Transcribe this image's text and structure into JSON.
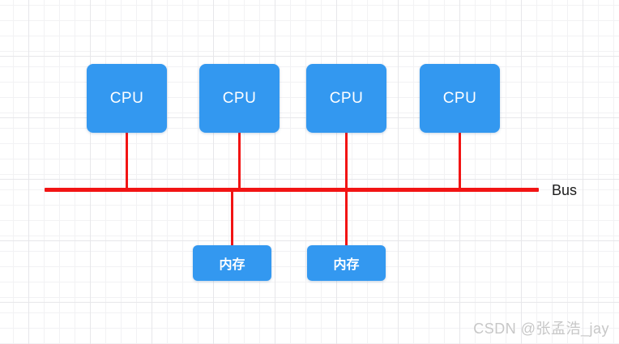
{
  "diagram": {
    "type": "bus-architecture",
    "cpu_nodes": [
      {
        "label": "CPU"
      },
      {
        "label": "CPU"
      },
      {
        "label": "CPU"
      },
      {
        "label": "CPU"
      }
    ],
    "memory_nodes": [
      {
        "label": "内存"
      },
      {
        "label": "内存"
      }
    ],
    "bus": {
      "label": "Bus"
    },
    "colors": {
      "node_fill": "#3398f0",
      "node_text": "#ffffff",
      "connector": "#f21414",
      "bus_label_color": "#1b1b1b",
      "watermark_color": "#c7c7c7",
      "grid_minor": "#f2f2f4",
      "grid_major": "#e7e7ea"
    }
  },
  "watermark": {
    "text": "CSDN @张孟浩_jay"
  }
}
